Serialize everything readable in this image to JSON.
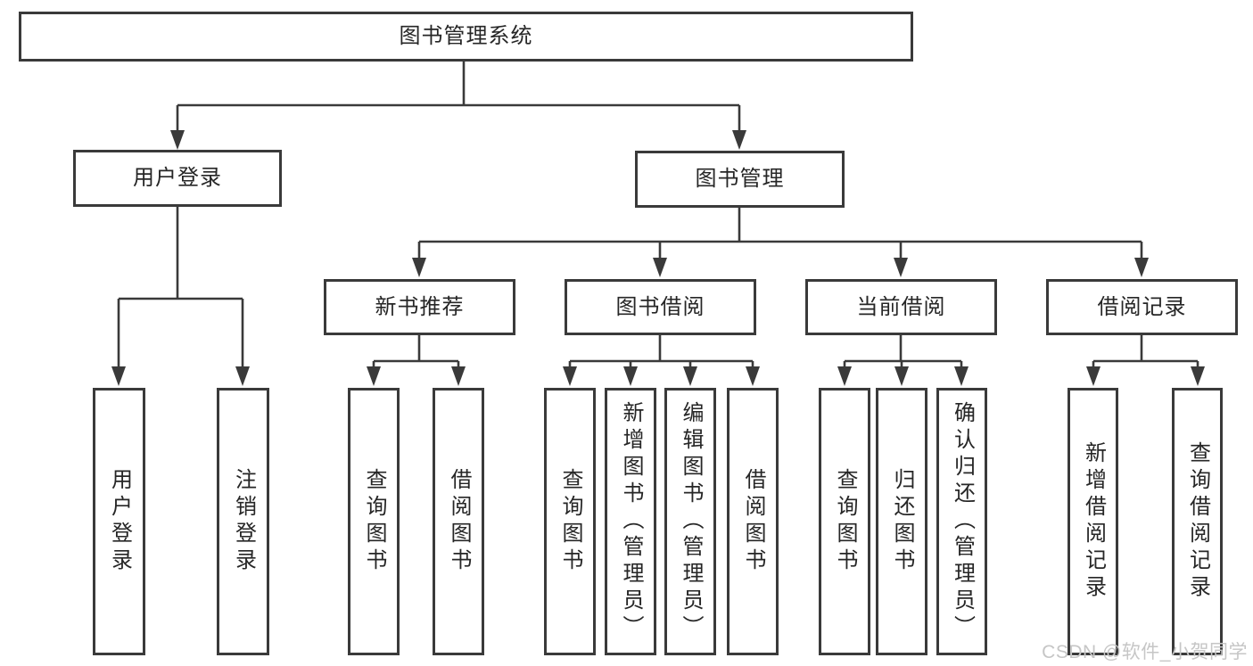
{
  "diagram": {
    "title": "图书管理系统",
    "type": "functional-structure-tree",
    "watermark": "CSDN @软件_小贺同学",
    "colors": {
      "line": "#3a3a3a",
      "box_border": "#3a3a3a",
      "text": "#262626",
      "watermark": "#c6c6c6",
      "background": "#ffffff"
    }
  },
  "nodes": {
    "system": {
      "label": "图书管理系统"
    },
    "user_login": {
      "label": "用户登录"
    },
    "book_mgmt": {
      "label": "图书管理"
    },
    "new_book_rec": {
      "label": "新书推荐"
    },
    "book_borrow": {
      "label": "图书借阅"
    },
    "current_borrow": {
      "label": "当前借阅"
    },
    "borrow_records": {
      "label": "借阅记录"
    },
    "login_user": {
      "label": "用户登录"
    },
    "logout": {
      "label": "注销登录"
    },
    "rec_query": {
      "label": "查询图书"
    },
    "rec_borrow": {
      "label": "借阅图书"
    },
    "bb_query": {
      "label": "查询图书"
    },
    "bb_add": {
      "label": "新增图书（管理员）"
    },
    "bb_edit": {
      "label": "编辑图书（管理员）"
    },
    "bb_borrow": {
      "label": "借阅图书"
    },
    "cb_query": {
      "label": "查询图书"
    },
    "cb_return": {
      "label": "归还图书"
    },
    "cb_confirm": {
      "label": "确认归还（管理员）"
    },
    "br_add": {
      "label": "新增借阅记录"
    },
    "br_query": {
      "label": "查询借阅记录"
    }
  },
  "hierarchy": {
    "图书管理系统": [
      "用户登录",
      "图书管理"
    ],
    "用户登录": [
      "用户登录",
      "注销登录"
    ],
    "图书管理": [
      "新书推荐",
      "图书借阅",
      "当前借阅",
      "借阅记录"
    ],
    "新书推荐": [
      "查询图书",
      "借阅图书"
    ],
    "图书借阅": [
      "查询图书",
      "新增图书（管理员）",
      "编辑图书（管理员）",
      "借阅图书"
    ],
    "当前借阅": [
      "查询图书",
      "归还图书",
      "确认归还（管理员）"
    ],
    "借阅记录": [
      "新增借阅记录",
      "查询借阅记录"
    ]
  }
}
